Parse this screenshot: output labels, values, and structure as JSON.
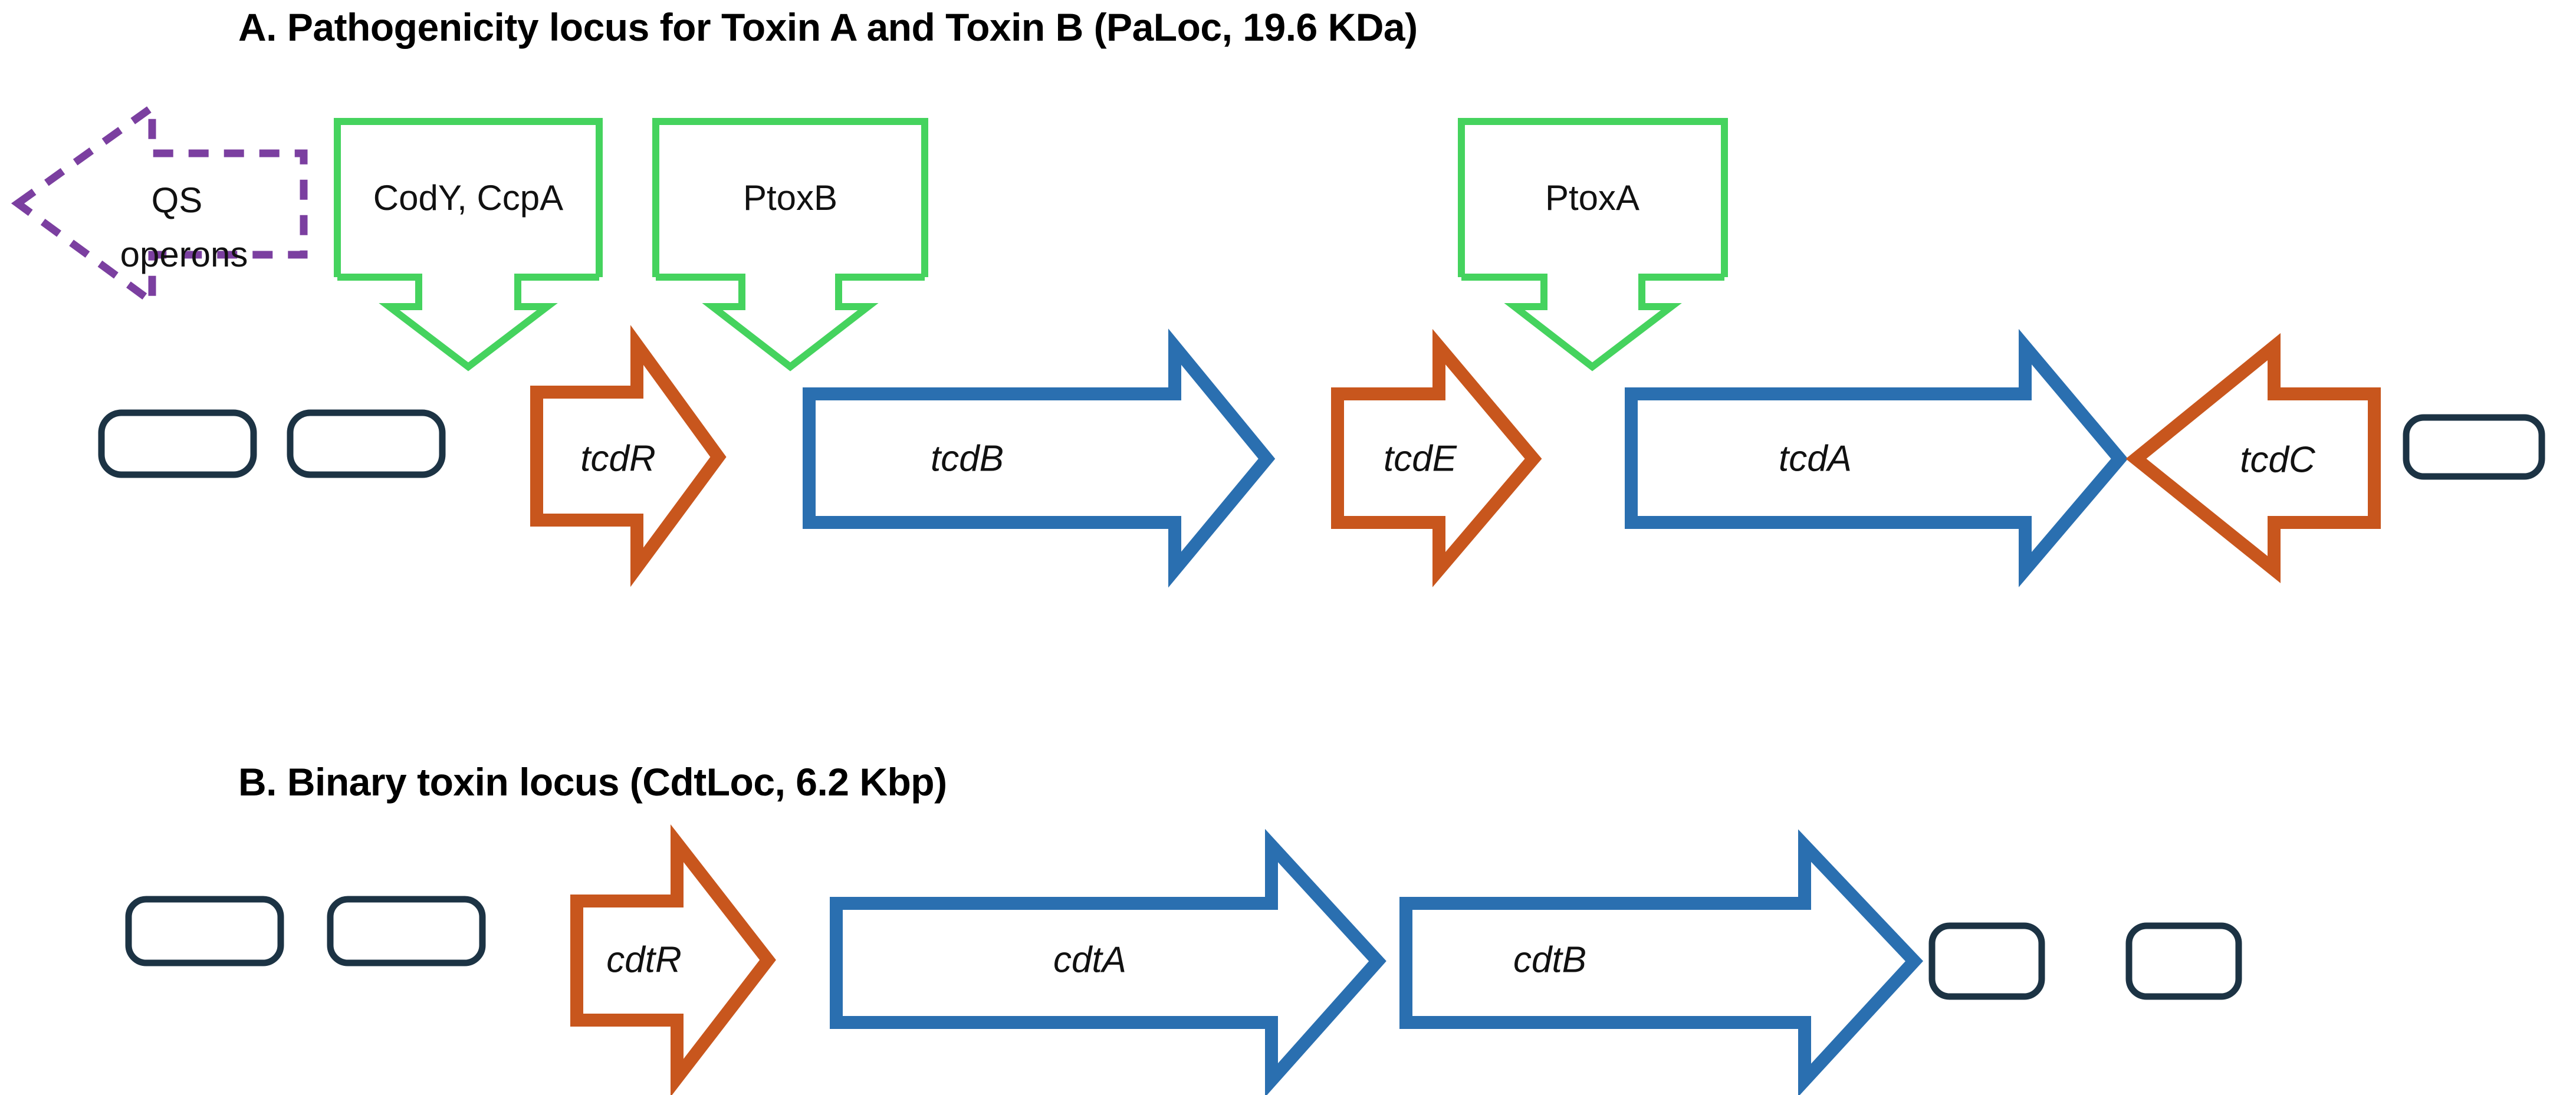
{
  "figure": {
    "background": "#ffffff",
    "colors": {
      "gene_forward_orange": "#C8561D",
      "gene_forward_blue": "#2A6FB0",
      "promoter_green": "#45D35E",
      "regulator_purple": "#7B3FA0",
      "flanking_navy": "#1C3344",
      "text_black": "#111111"
    }
  },
  "panels": [
    {
      "id": "A",
      "title": "A. Pathogenicity locus for Toxin A and Toxin B (PaLoc, 19.6 KDa)",
      "regulators": [
        {
          "name": "QS operons",
          "label_line1": "QS",
          "label_line2": "operons",
          "shape": "left-arrow-dashed",
          "color": "#7B3FA0"
        }
      ],
      "promoter_boxes": [
        {
          "name": "CodY, CcpA",
          "label": "CodY, CcpA",
          "color": "#45D35E",
          "targets": "tcdR"
        },
        {
          "name": "PtoxB",
          "label": "PtoxB",
          "color": "#45D35E",
          "targets": "tcdB"
        },
        {
          "name": "PtoxA",
          "label": "PtoxA",
          "color": "#45D35E",
          "targets": "tcdA"
        }
      ],
      "flanking_boxes": [
        {
          "position": "left-1",
          "label": ""
        },
        {
          "position": "left-2",
          "label": ""
        },
        {
          "position": "right-1",
          "label": ""
        }
      ],
      "genes": [
        {
          "label": "tcdR",
          "color": "#C8561D",
          "direction": "right",
          "size": "small"
        },
        {
          "label": "tcdB",
          "color": "#2A6FB0",
          "direction": "right",
          "size": "large"
        },
        {
          "label": "tcdE",
          "color": "#C8561D",
          "direction": "right",
          "size": "small"
        },
        {
          "label": "tcdA",
          "color": "#2A6FB0",
          "direction": "right",
          "size": "large"
        },
        {
          "label": "tcdC",
          "color": "#C8561D",
          "direction": "left",
          "size": "small"
        }
      ]
    },
    {
      "id": "B",
      "title": "B. Binary toxin locus (CdtLoc, 6.2 Kbp)",
      "regulators": [],
      "promoter_boxes": [],
      "flanking_boxes": [
        {
          "position": "left-1",
          "label": ""
        },
        {
          "position": "left-2",
          "label": ""
        },
        {
          "position": "right-1",
          "label": ""
        },
        {
          "position": "right-2",
          "label": ""
        }
      ],
      "genes": [
        {
          "label": "cdtR",
          "color": "#C8561D",
          "direction": "right",
          "size": "small"
        },
        {
          "label": "cdtA",
          "color": "#2A6FB0",
          "direction": "right",
          "size": "medium"
        },
        {
          "label": "cdtB",
          "color": "#2A6FB0",
          "direction": "right",
          "size": "medium"
        }
      ]
    }
  ]
}
